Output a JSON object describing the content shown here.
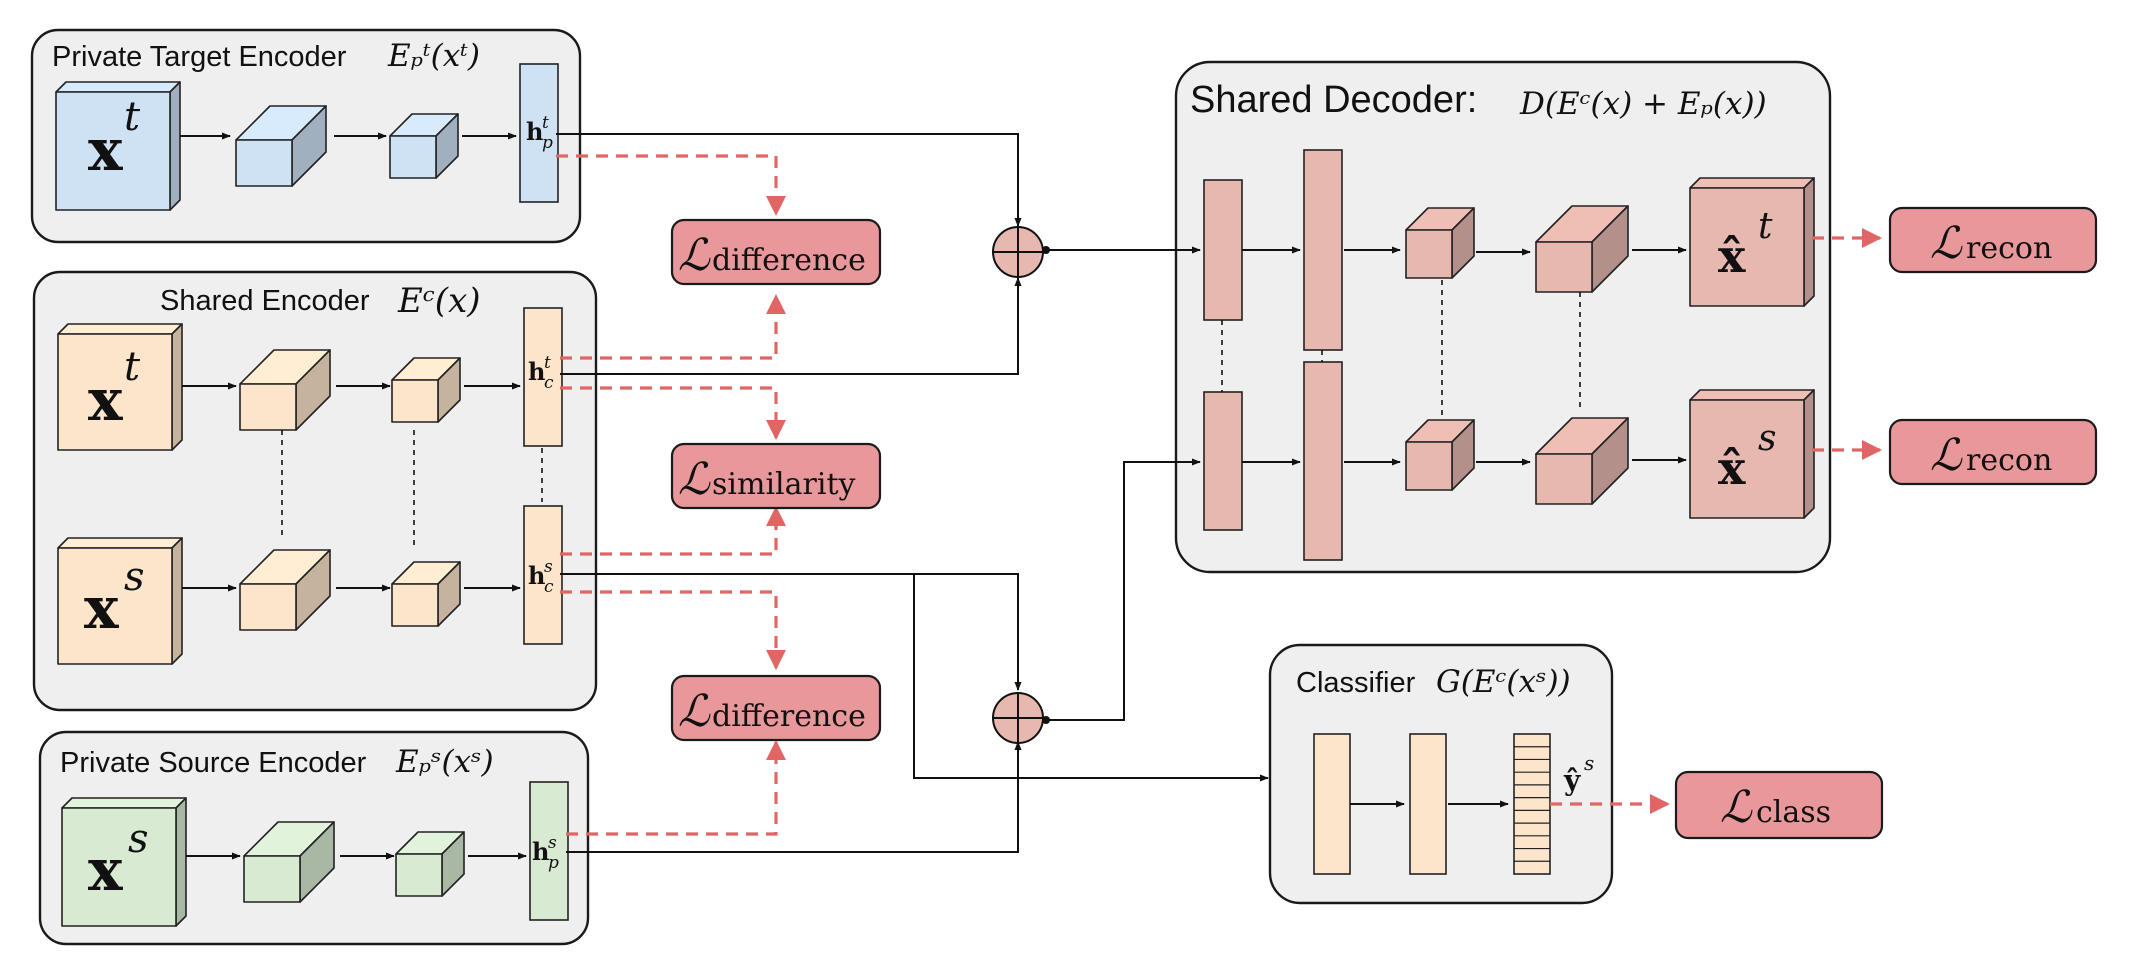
{
  "panels": {
    "private_target": "Private Target Encoder",
    "shared_encoder": "Shared Encoder",
    "private_source": "Private Source Encoder",
    "shared_decoder": "Shared Decoder:",
    "classifier": "Classifier"
  },
  "formulas": {
    "private_target": "Eₚᵗ(xᵗ)",
    "shared_encoder": "Eᶜ(x)",
    "private_source": "Eₚˢ(xˢ)",
    "shared_decoder": "D(Eᶜ(x) + Eₚ(x))",
    "classifier": "G(Eᶜ(xˢ))"
  },
  "inputs": {
    "target": "x",
    "target_sup": "t",
    "source": "x",
    "source_sup": "s"
  },
  "codes": {
    "h": "h",
    "t": "t",
    "s": "s",
    "p": "p",
    "c": "c"
  },
  "outputs": {
    "xhat": "x̂",
    "t": "t",
    "s": "s",
    "yhat": "ŷ",
    "ys": "s"
  },
  "losses": {
    "L": "ℒ",
    "difference": "difference",
    "similarity": "similarity",
    "recon": "recon",
    "class": "class"
  },
  "colors": {
    "target_private": "#cfe2f3",
    "shared": "#fde5cb",
    "source_private": "#d9ead3",
    "decoder": "#e6b8af",
    "loss": "#e8989a",
    "loss_arrow": "#e06666",
    "panel": "#efefef"
  }
}
